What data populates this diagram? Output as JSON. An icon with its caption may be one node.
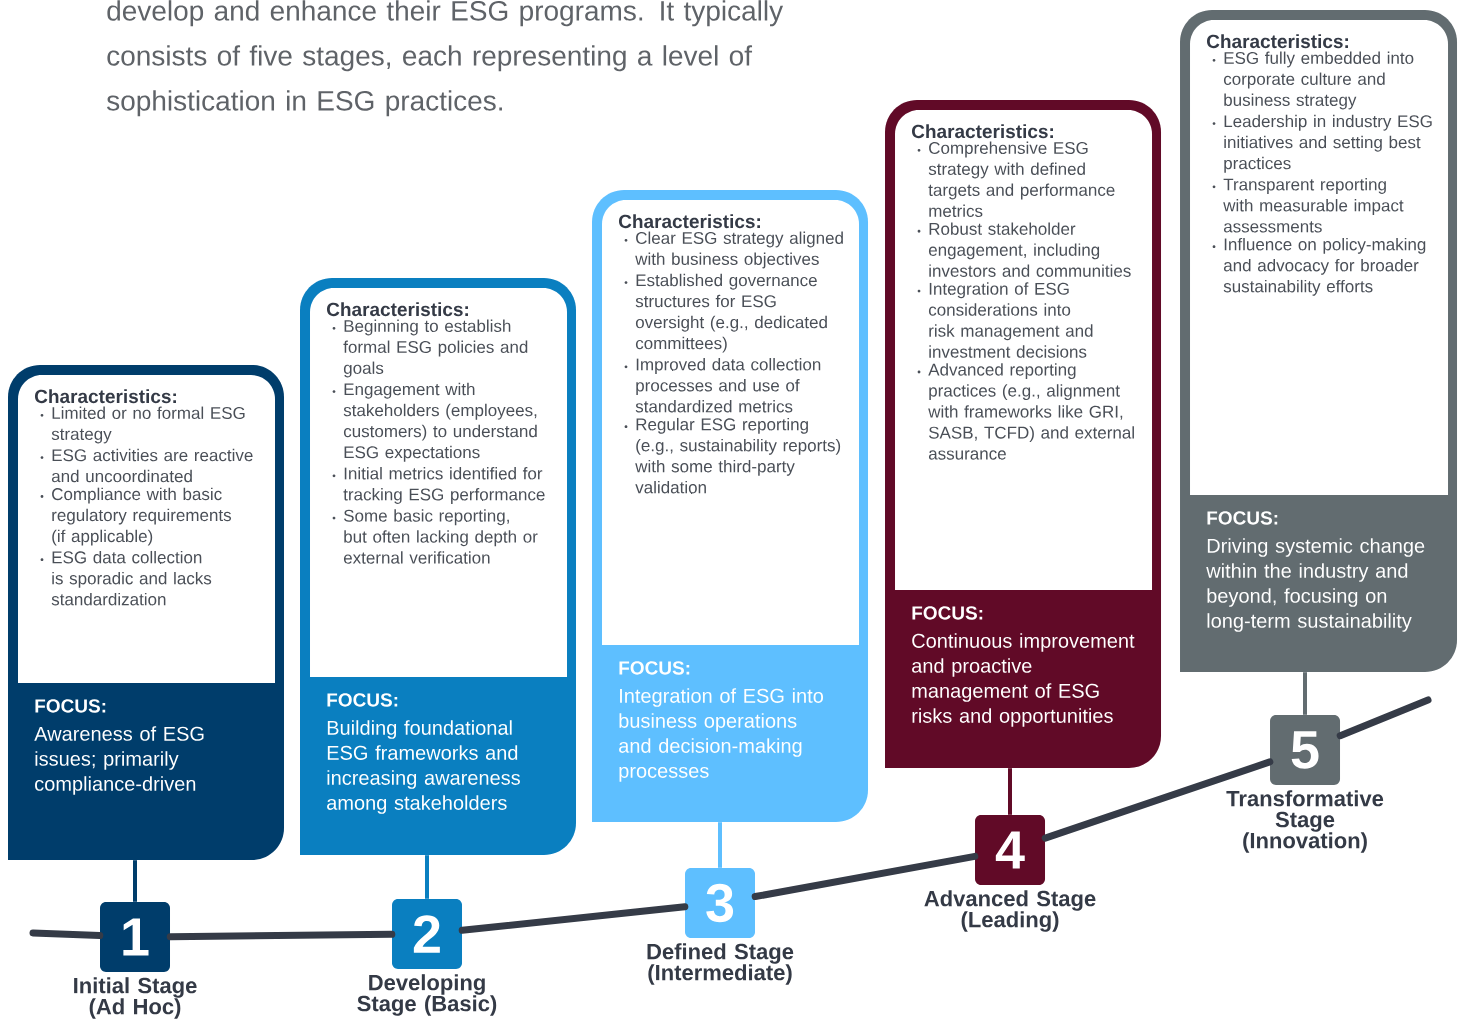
{
  "diagram": {
    "nodes": [
      {
        "text": [
          "Characteristics:",
          "Limited or no formal ESG strategy",
          "ESG activities are reactive and uncoordinated",
          "Compliance with basic regulatory requirements (if applicable)",
          "ESG data collection is sporadic and lacks standardization",
          "FOCUS:",
          "Awareness of ESG issues; primarily compliance-driven"
        ]
      },
      {
        "text": [
          "Characteristics:",
          "Beginning to establish formal ESG policies and goals",
          "Engagement with stakeholders (employees, customers) to understand ESG expectations",
          "Initial metrics identified for tracking ESG performance",
          "Some basic reporting, but often lacking depth or external verification",
          "FOCUS:",
          "Building foundational ESG frameworks and increasing awareness among stakeholders"
        ]
      },
      {
        "text": [
          "Characteristics:",
          "Clear ESG strategy aligned with business objectives",
          "Established governance structures for ESG oversight (e.g., dedicated committees)",
          "Improved data collection processes and use of standardized metrics",
          "Regular ESG reporting (e.g., sustainability reports) with some third-party validation",
          "FOCUS:",
          "Integration of ESG into business operations and decision-making processes"
        ]
      },
      {
        "text": [
          "Characteristics:",
          "Comprehensive ESG strategy with defined targets and performance metrics",
          "Robust stakeholder engagement, including investors and communities",
          "Integration of ESG considerations into risk management and investment decisions",
          "Advanced reporting practices (e.g., alignment with frameworks like GRI, SASB, TCFD) and external assurance",
          "FOCUS:",
          "Continuous improvement and proactive management of ESG risks and opportunities"
        ]
      },
      {
        "text": [
          "Characteristics:",
          "ESG fully embedded into corporate culture and business strategy",
          "Leadership in industry ESG initiatives and setting best practices",
          "Transparent reporting with measurable impact assessments",
          "Influence on policy-making and advocacy for broader sustainability efforts",
          "FOCUS:",
          "Driving systemic change within the industry and beyond, focusing on long-term sustainability"
        ]
      },
      {
        "text": [
          "1"
        ],
        "beside": [
          "Initial Stage (Ad Hoc)"
        ]
      },
      {
        "text": [
          "2"
        ],
        "beside": [
          "Developing Stage (Basic)"
        ]
      },
      {
        "text": [
          "3"
        ],
        "beside": [
          "Defined Stage (Intermediate)"
        ]
      },
      {
        "text": [
          "4"
        ],
        "beside": [
          "Advanced Stage (Leading)"
        ]
      },
      {
        "text": [
          "5"
        ],
        "beside": [
          "Transformative Stage (Innovation)"
        ]
      }
    ],
    "edges": [
      {
        "from": 0,
        "to": 5,
        "arrow": "none",
        "color": "#003d6b"
      },
      {
        "from": 1,
        "to": 6,
        "arrow": "none",
        "color": "#0a7fc0"
      },
      {
        "from": 2,
        "to": 7,
        "arrow": "none",
        "color": "#5ebfff"
      },
      {
        "from": 3,
        "to": 8,
        "arrow": "none",
        "color": "#610a27"
      },
      {
        "from": 4,
        "to": 9,
        "arrow": "none",
        "color": "#626c70"
      },
      {
        "from": null,
        "to": 5,
        "arrow": "none"
      },
      {
        "from": 5,
        "to": 6,
        "arrow": "none"
      },
      {
        "from": 6,
        "to": 7,
        "arrow": "none"
      },
      {
        "from": 7,
        "to": 8,
        "arrow": "none"
      },
      {
        "from": 8,
        "to": 9,
        "arrow": "none"
      },
      {
        "from": 9,
        "to": null,
        "arrow": "none"
      }
    ],
    "labels": [
      "develop and enhance their ESG programs. It typically consists of five stages, each representing a level of sophistication in ESG practices."
    ]
  }
}
